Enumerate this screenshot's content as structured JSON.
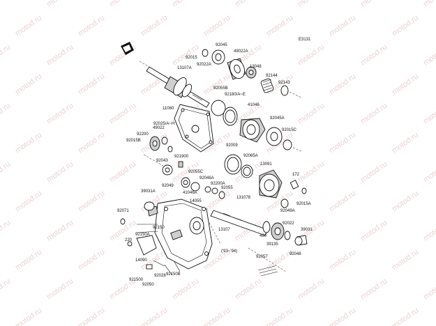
{
  "diagram": {
    "ref_code": "E3131",
    "watermark_text": "motod.ru",
    "note_years": "('93~'94)",
    "part_numbers": [
      "92045",
      "49022A",
      "92015",
      "92022A",
      "13107A",
      "13048",
      "92144",
      "92143",
      "92055B",
      "92180/A~E",
      "11060",
      "41046",
      "92045A",
      "92025/A~H",
      "49022",
      "92015C",
      "92200",
      "92015B",
      "92009",
      "92065A",
      "13091",
      "92043",
      "921900",
      "92055C",
      "92046A",
      "92200A",
      "172",
      "92049",
      "41046A",
      "92055",
      "92015A",
      "131078",
      "39031A",
      "14055",
      "92049A",
      "92071",
      "92150",
      "13107",
      "92022",
      "39031",
      "220",
      "92150A",
      "480",
      "39135",
      "14090",
      "92048",
      "92057",
      "921500",
      "92028",
      "92150B",
      "92050"
    ]
  }
}
